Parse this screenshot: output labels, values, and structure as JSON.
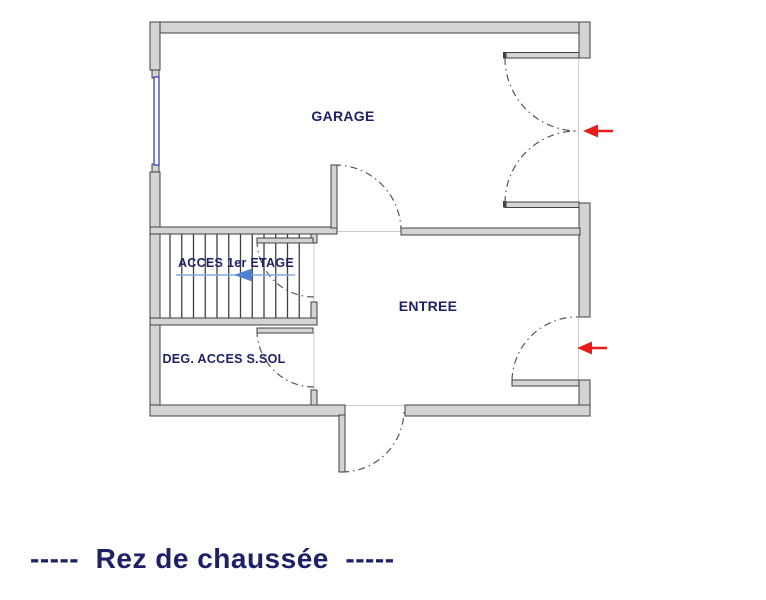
{
  "caption": "-----  Rez de chaussée  -----",
  "rooms": {
    "garage": "GARAGE",
    "entree": "ENTREE",
    "stairs_up": "ACCES 1er ETAGE",
    "basement_access": "DEG. ACCES S.SOL"
  },
  "stairs": {
    "tread_count": 12
  },
  "icons": {
    "entry_direction_garage": "red-left-arrow",
    "entry_direction_entree": "red-left-arrow",
    "stairs_direction": "blue-left-arrow"
  },
  "colors": {
    "wall_fill": "#d4d4d4",
    "wall_stroke": "#404040",
    "navy": "#1e2168",
    "window_blue": "#4a46d0",
    "stair_arrow_line": "#85abdd",
    "stair_arrow_head": "#4d7fd2",
    "red": "#ea1b1b",
    "arc_color": "#555555",
    "faint_line": "#cccccc",
    "background": "#ffffff"
  }
}
